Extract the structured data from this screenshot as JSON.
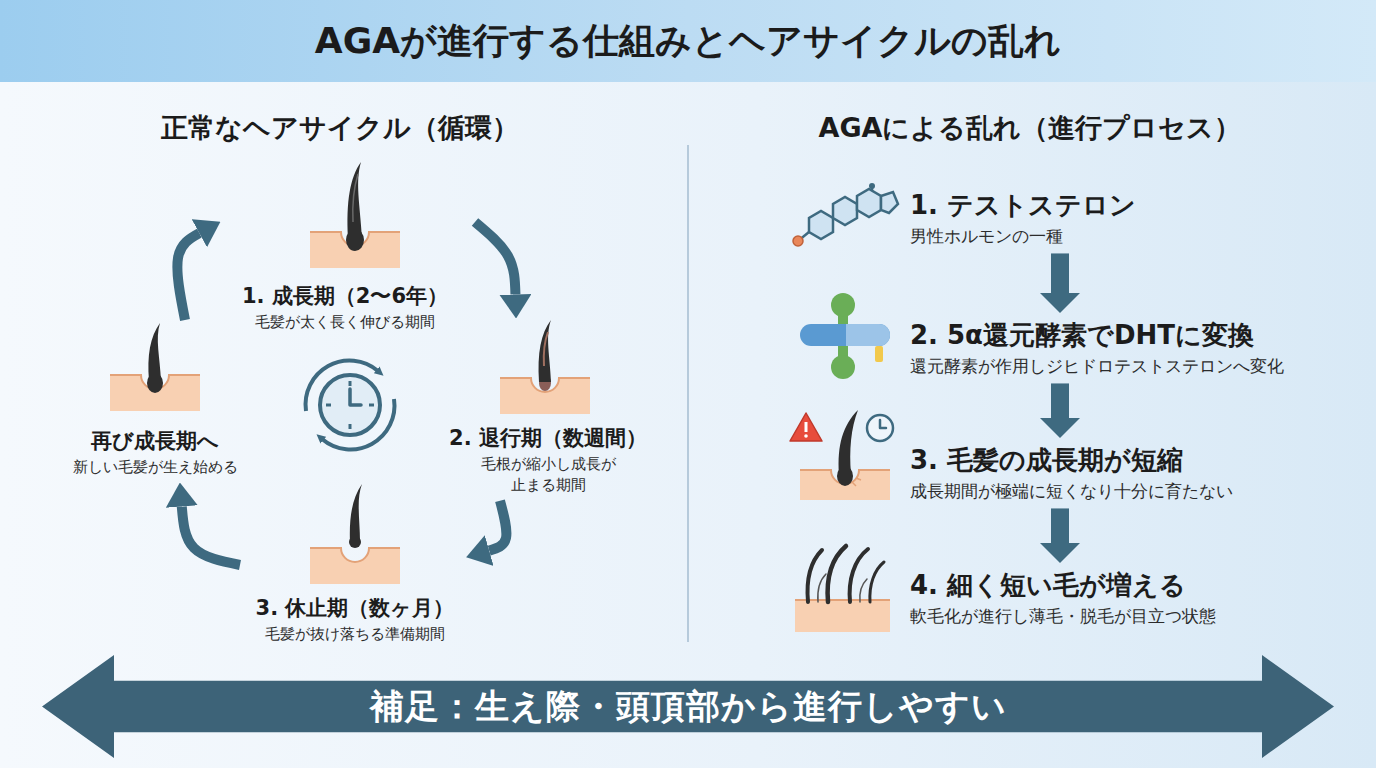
{
  "diagram": {
    "title": "AGAが進行する仕組みとヘアサイクルの乱れ",
    "nodes": [
      {
        "text": [
          "1. 成長期（2〜6年）",
          "毛髪が太く長く伸びる期間"
        ]
      },
      {
        "text": [
          "2. 退行期（数週間）",
          "毛根が縮小し成長が止まる期間"
        ]
      },
      {
        "text": [
          "3. 休止期（数ヶ月）",
          "毛髪が抜け落ちる準備期間"
        ]
      },
      {
        "text": [
          "再び成長期へ",
          "新しい毛髪が生え始める"
        ]
      },
      {
        "text": [
          "1. テストステロン",
          "男性ホルモンの一種"
        ]
      },
      {
        "text": [
          "2. 5α還元酵素でDHTに変換",
          "還元酵素が作用しジヒドロテストステロンへ変化"
        ]
      },
      {
        "text": [
          "3. 毛髪の成長期が短縮",
          "成長期間が極端に短くなり十分に育たない"
        ]
      },
      {
        "text": [
          "4. 細く短い毛が増える",
          "軟毛化が進行し薄毛・脱毛が目立つ状態"
        ]
      },
      {
        "text": [
          "補足：生え際・頭頂部から進行しやすい"
        ]
      }
    ],
    "edges": [
      {
        "from": 0,
        "to": 1,
        "arrow": "to"
      },
      {
        "from": 1,
        "to": 2,
        "arrow": "to"
      },
      {
        "from": 2,
        "to": 3,
        "arrow": "to"
      },
      {
        "from": 3,
        "to": 0,
        "arrow": "to"
      },
      {
        "from": 4,
        "to": 5,
        "arrow": "to"
      },
      {
        "from": 5,
        "to": 6,
        "arrow": "to"
      },
      {
        "from": 6,
        "to": 7,
        "arrow": "to"
      }
    ],
    "labels": [
      "正常なヘアサイクル（循環）",
      "AGAによる乱れ（進行プロセス）"
    ]
  }
}
